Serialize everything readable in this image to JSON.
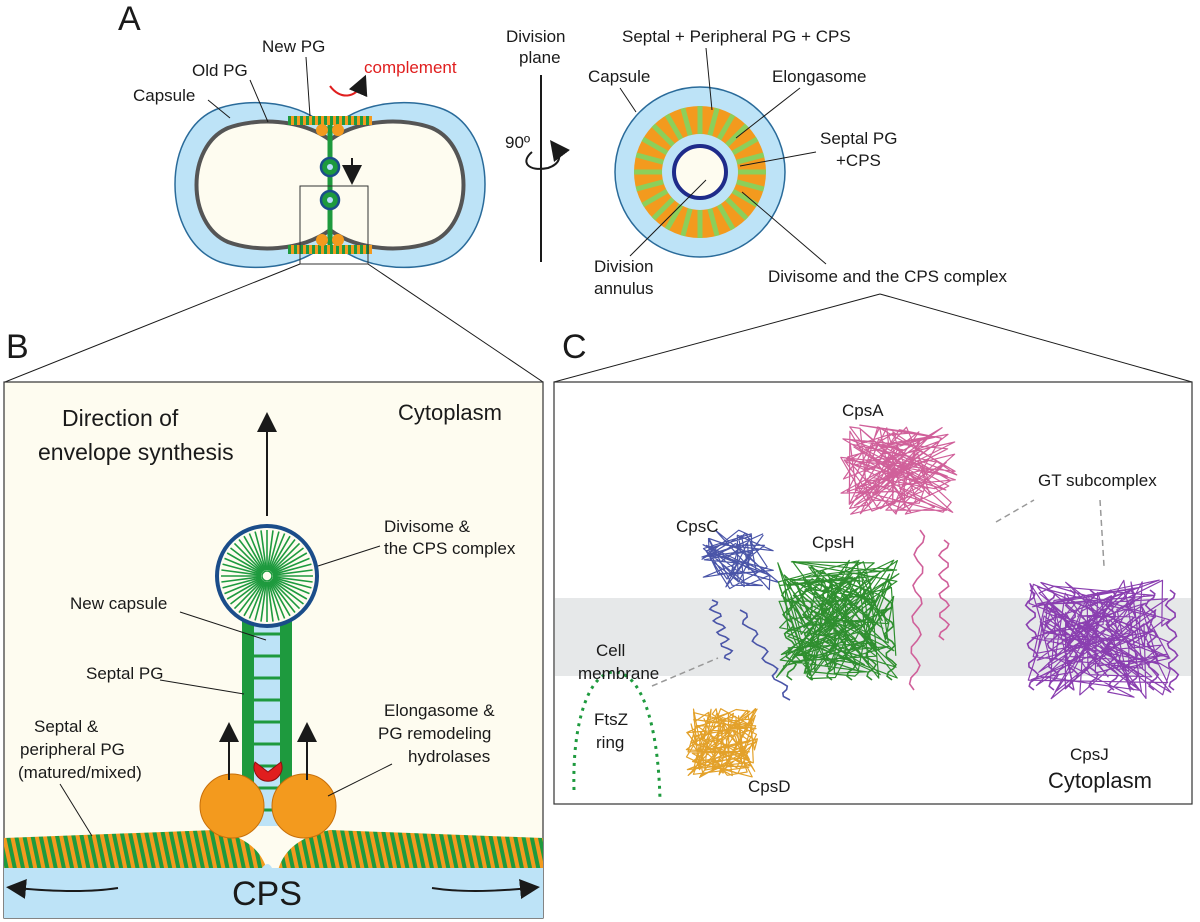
{
  "panels": {
    "a": "A",
    "b": "B",
    "c": "C"
  },
  "panel_a": {
    "capsule": "Capsule",
    "old_pg": "Old PG",
    "new_pg": "New PG",
    "complement": "complement",
    "division_plane_1": "Division",
    "division_plane_2": "plane",
    "rotation": "90º",
    "right_capsule": "Capsule",
    "septal_peripheral": "Septal + Peripheral PG + CPS",
    "elongasome": "Elongasome",
    "septal_pg_cps_1": "Septal PG",
    "septal_pg_cps_2": "+CPS",
    "division_annulus_1": "Division",
    "division_annulus_2": "annulus",
    "divisome_cps": "Divisome and the CPS complex"
  },
  "panel_b": {
    "cytoplasm": "Cytoplasm",
    "direction_1": "Direction of",
    "direction_2": "envelope synthesis",
    "divisome_1": "Divisome &",
    "divisome_2": "the CPS complex",
    "new_capsule": "New capsule",
    "septal_pg": "Septal PG",
    "septal_peripheral_1": "Septal &",
    "septal_peripheral_2": "peripheral PG",
    "septal_peripheral_3": "(matured/mixed)",
    "elongasome_1": "Elongasome &",
    "elongasome_2": "PG remodeling",
    "elongasome_3": "hydrolases",
    "cps": "CPS"
  },
  "panel_c": {
    "cps_a": "CpsA",
    "cps_c": "CpsC",
    "cps_h": "CpsH",
    "gt_subcomplex": "GT subcomplex",
    "cell_membrane_1": "Cell",
    "cell_membrane_2": "membrane",
    "ftsz_1": "FtsZ",
    "ftsz_2": "ring",
    "cps_d": "CpsD",
    "cps_j": "CpsJ",
    "cytoplasm": "Cytoplasm"
  },
  "colors": {
    "capsule": "#bde3f7",
    "pg_green": "#1e9a3e",
    "pg_orange": "#f39a1e",
    "cytoplasm_bg": "#fefcf0",
    "complement_red": "#e01e1e",
    "cps_c": "#4a55a8",
    "cps_h": "#2f8f2f",
    "cps_a": "#d0609a",
    "cps_j": "#8a3fb0",
    "cps_d": "#e3a12a",
    "membrane": "#e6e8e9"
  }
}
